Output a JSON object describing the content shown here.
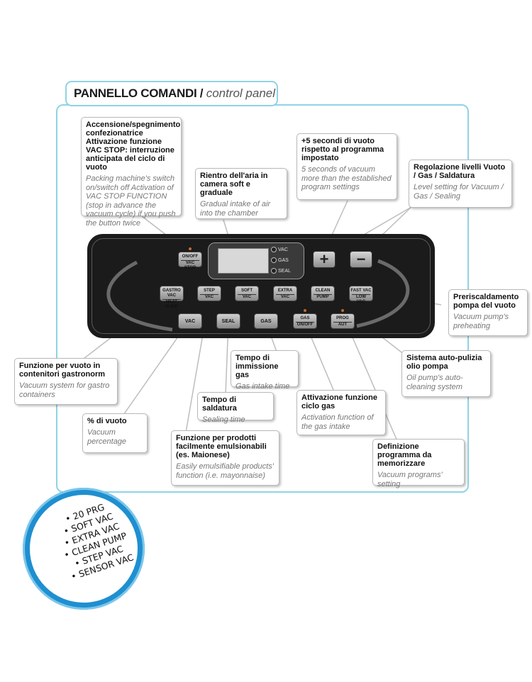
{
  "title": {
    "it": "PANNELLO COMANDI /",
    "en": "control panel"
  },
  "callouts": {
    "onoff": {
      "it": "Accensione/spegnimento confezionatrice Attivazione funzione VAC STOP: interruzione anticipata del ciclo di vuoto",
      "en": "Packing machine's switch on/switch off Activation of VAC STOP FUNCTION (stop in advance the vacuum cycle) if you push the button twice"
    },
    "soft": {
      "it": "Rientro dell'aria in camera soft e graduale",
      "en": "Gradual intake of air into the chamber"
    },
    "plus5": {
      "it": "+5 secondi di vuoto rispetto al programma impostato",
      "en": "5 seconds of vacuum more than the established program settings"
    },
    "levels": {
      "it": "Regolazione livelli Vuoto / Gas / Saldatura",
      "en": "Level setting for Vacuum / Gas / Sealing"
    },
    "preheat": {
      "it": "Preriscaldamento pompa del vuoto",
      "en": "Vacuum pump's preheating"
    },
    "clean": {
      "it": "Sistema auto-pulizia olio pompa",
      "en": "Oil pump's auto-cleaning system"
    },
    "gastro": {
      "it": "Funzione per vuoto in contenitori gastronorm",
      "en": "Vacuum system for gastro containers"
    },
    "gastime": {
      "it": "Tempo di immissione gas",
      "en": "Gas intake time"
    },
    "sealtime": {
      "it": "Tempo di saldatura",
      "en": "Sealing time"
    },
    "gasact": {
      "it": "Attivazione funzione ciclo gas",
      "en": "Activation function of the gas intake"
    },
    "vacpct": {
      "it": "% di vuoto",
      "en": "Vacuum percentage"
    },
    "prog": {
      "it": "Definizione programma da memorizzare",
      "en": "Vacuum programs' setting"
    },
    "emuls": {
      "it": "Funzione per prodotti facilmente emulsionabili (es. Maionese)",
      "en": "Easily emulsifiable products' function (i.e. mayonnaise)"
    }
  },
  "panel": {
    "indicators": [
      "VAC",
      "GAS",
      "SEAL"
    ],
    "keys": {
      "onoff": [
        "ON/OFF",
        "VAC STOP"
      ],
      "gastro": [
        "GASTRO VAC",
        "HEAT PUMP"
      ],
      "step": [
        "STEP",
        "VAC"
      ],
      "soft": [
        "SOFT",
        "VAC"
      ],
      "extra": [
        "EXTRA",
        "VAC"
      ],
      "clean": [
        "CLEAN",
        "PUMP"
      ],
      "fast": [
        "FAST VAC",
        "LOW VAC"
      ],
      "vac": "VAC",
      "seal": "SEAL",
      "gas": "GAS",
      "gasonoff": [
        "GAS",
        "ON/OFF"
      ],
      "prog": [
        "PROG",
        "AUT"
      ],
      "plus": "+",
      "minus": "−"
    }
  },
  "features": [
    "20 PRG",
    "SOFT VAC",
    "EXTRA VAC",
    "CLEAN PUMP",
    "STEP VAC",
    "SENSOR VAC"
  ],
  "colors": {
    "frame": "#8fd3e6",
    "badge": "#1e8fd0",
    "panel": "#1b1b1b"
  }
}
